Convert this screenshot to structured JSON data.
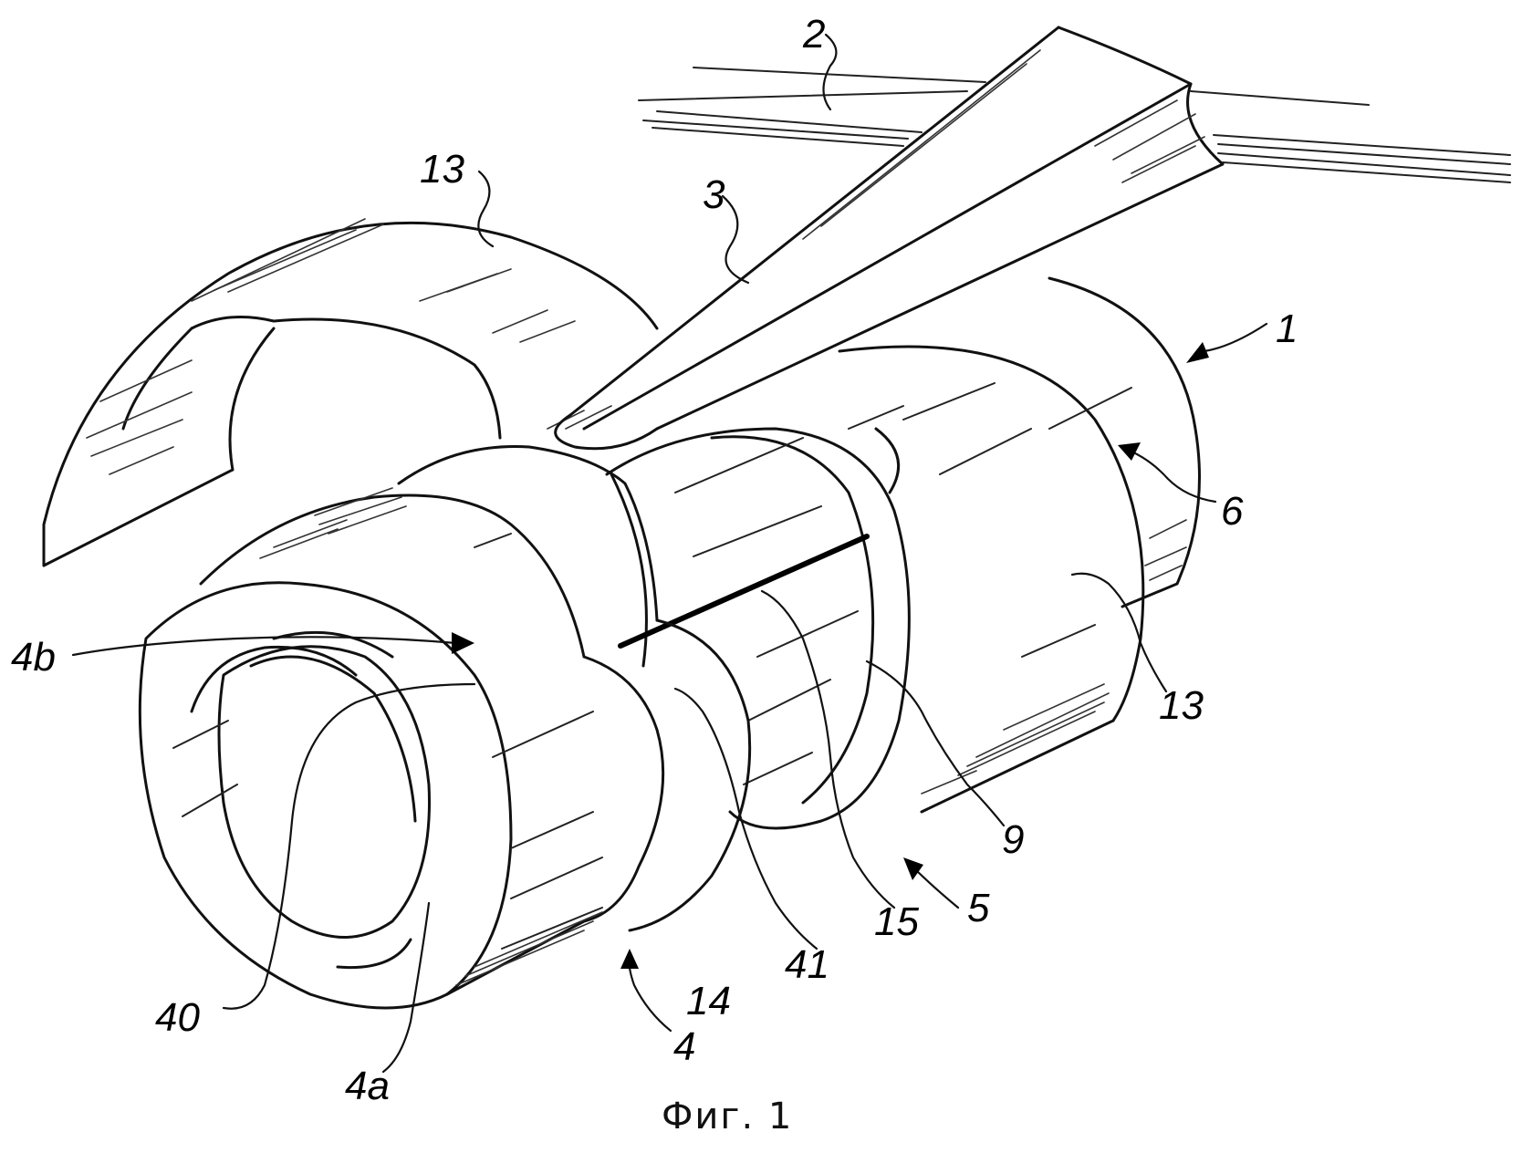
{
  "labels": {
    "l1": "1",
    "l2": "2",
    "l3": "3",
    "l4": "4",
    "l4a": "4a",
    "l4b": "4b",
    "l5": "5",
    "l6": "6",
    "l9": "9",
    "l13a": "13",
    "l13b": "13",
    "l14": "14",
    "l15": "15",
    "l40": "40",
    "l41": "41"
  },
  "caption": "Фиг. 1"
}
